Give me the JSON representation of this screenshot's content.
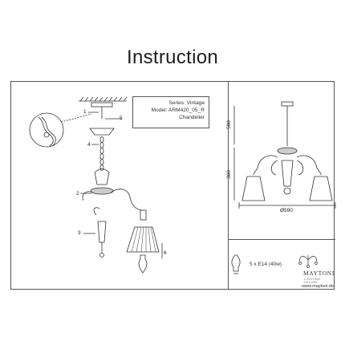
{
  "page": {
    "title": "Instruction"
  },
  "info_box": {
    "series": "Series: Vintage",
    "model": "Model: ARM420_05_R",
    "type": "Chandelier"
  },
  "assembly_labels": {
    "n1": "1",
    "n5": "5",
    "n4": "4",
    "n2": "2",
    "n3": "3",
    "n6": "6"
  },
  "dimensions": {
    "drop": "500",
    "height": "360",
    "diameter": "Ø590"
  },
  "bulb": {
    "spec": "5 x E14 (40w)"
  },
  "brand": {
    "name": "MAYTONI",
    "tagline": "LIGHTING DESIGN",
    "website": "www.maytoni.de"
  }
}
